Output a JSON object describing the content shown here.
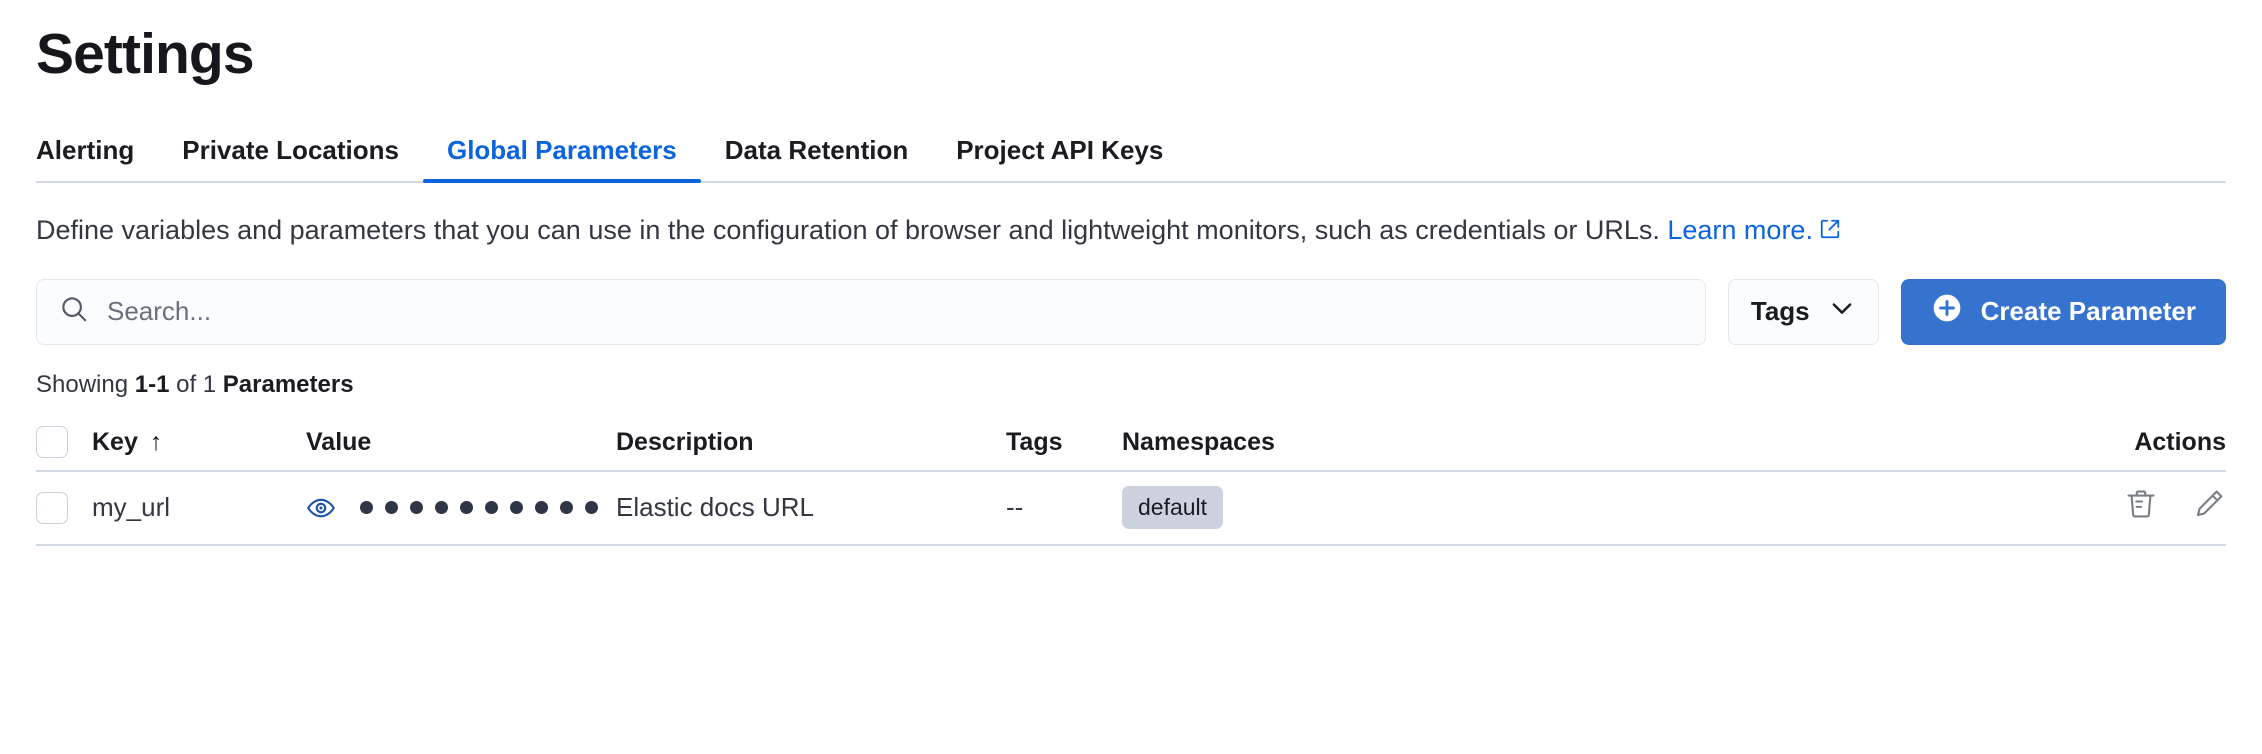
{
  "page": {
    "title": "Settings"
  },
  "tabs": [
    {
      "label": "Alerting",
      "active": false
    },
    {
      "label": "Private Locations",
      "active": false
    },
    {
      "label": "Global Parameters",
      "active": true
    },
    {
      "label": "Data Retention",
      "active": false
    },
    {
      "label": "Project API Keys",
      "active": false
    }
  ],
  "description": {
    "text": "Define variables and parameters that you can use in the configuration of browser and lightweight monitors, such as credentials or URLs. ",
    "link_label": "Learn more.",
    "external_icon": "external-link-icon"
  },
  "controls": {
    "search_placeholder": "Search...",
    "search_value": "",
    "search_icon": "search-icon",
    "tags_label": "Tags",
    "tags_chevron_icon": "chevron-down-icon",
    "create_label": "Create Parameter",
    "create_icon": "plus-circle-icon"
  },
  "summary": {
    "prefix": "Showing ",
    "range": "1-1",
    "middle": " of 1 ",
    "entity": "Parameters"
  },
  "table": {
    "columns": [
      {
        "label": "",
        "name": "select-all"
      },
      {
        "label": "Key",
        "name": "key",
        "sort": "↑"
      },
      {
        "label": "Value",
        "name": "value"
      },
      {
        "label": "Description",
        "name": "description"
      },
      {
        "label": "Tags",
        "name": "tags"
      },
      {
        "label": "Namespaces",
        "name": "namespaces"
      },
      {
        "label": "Actions",
        "name": "actions"
      }
    ],
    "rows": [
      {
        "selected": false,
        "key": "my_url",
        "value_masked": "••••••••••",
        "value_dot_count": 10,
        "value_reveal_icon": "eye-icon",
        "description": "Elastic docs URL",
        "tags": "--",
        "namespaces": [
          "default"
        ],
        "actions": [
          "delete-icon",
          "edit-icon"
        ]
      }
    ]
  },
  "colors": {
    "accent_blue": "#0b64dd",
    "button_blue": "#3673ce",
    "text_dark": "#1a1c21",
    "text_body": "#343741",
    "border": "#d3dae6",
    "badge_bg": "#ccd2de"
  }
}
